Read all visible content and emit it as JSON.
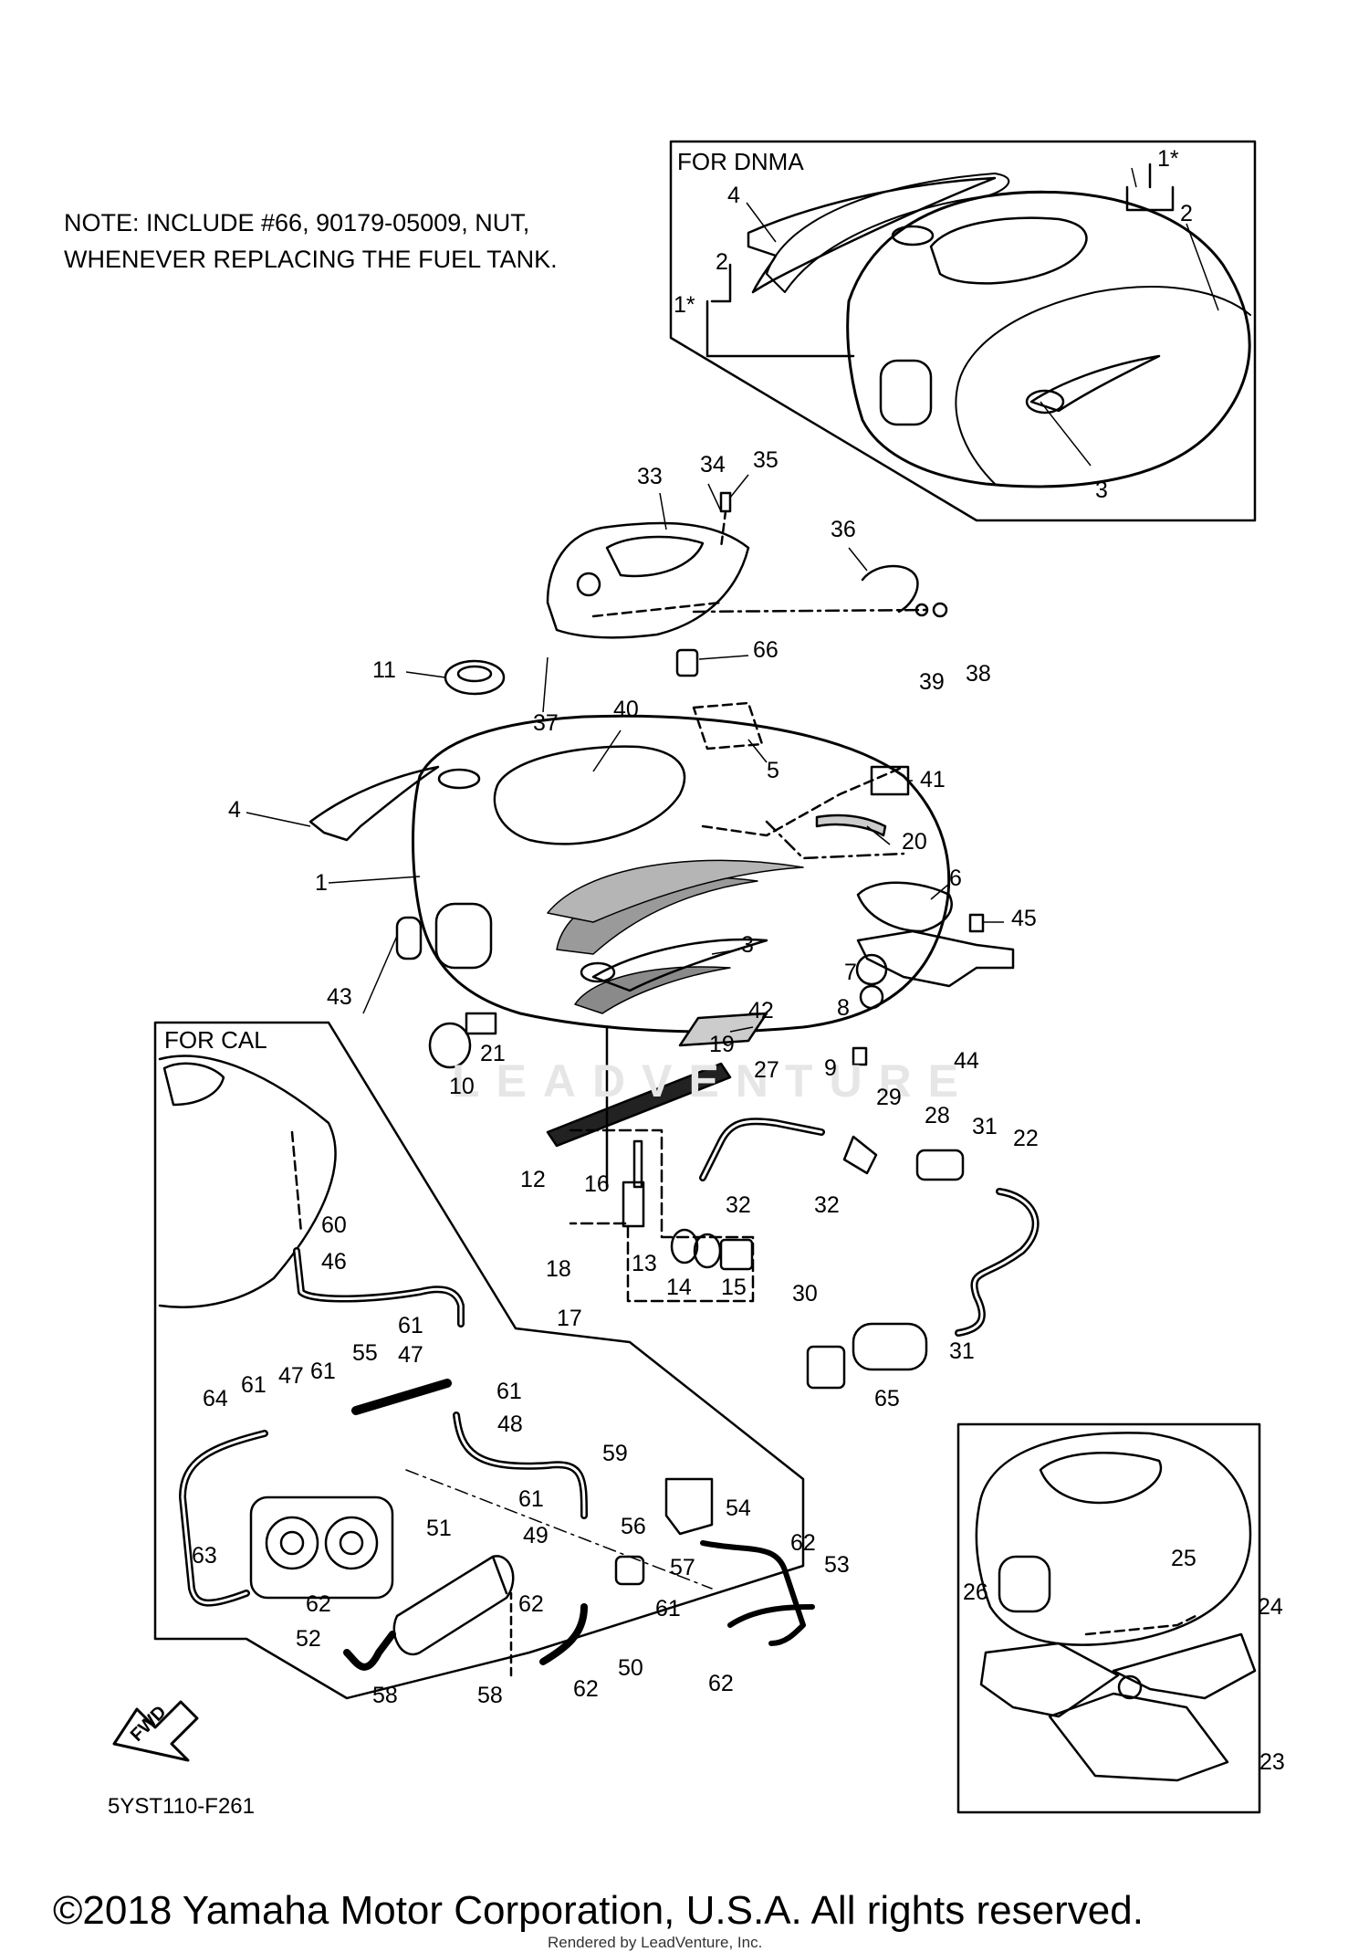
{
  "note": {
    "line1": "NOTE: INCLUDE #66, 90179-05009, NUT,",
    "line2": "WHENEVER REPLACING THE FUEL TANK."
  },
  "inset_dnma": {
    "title": "FOR DNMA"
  },
  "inset_cal": {
    "title": "FOR CAL"
  },
  "fwd_label": "FWD",
  "watermark": "LEADVENTURE",
  "part_code": "5YST110-F261",
  "copyright": "©2018 Yamaha Motor Corporation, U.S.A. All rights reserved.",
  "rendered_by": "Rendered by LeadVenture, Inc.",
  "callouts": [
    "1*",
    "2",
    "4",
    "2",
    "1*",
    "3",
    "33",
    "34",
    "35",
    "36",
    "39",
    "38",
    "11",
    "37",
    "66",
    "40",
    "5",
    "41",
    "4",
    "20",
    "1",
    "6",
    "45",
    "3",
    "43",
    "42",
    "7",
    "8",
    "9",
    "44",
    "21",
    "10",
    "19",
    "27",
    "29",
    "28",
    "31",
    "22",
    "12",
    "16",
    "32",
    "32",
    "18",
    "13",
    "14",
    "15",
    "17",
    "30",
    "31",
    "65",
    "60",
    "46",
    "61",
    "47",
    "55",
    "61",
    "47",
    "61",
    "64",
    "61",
    "48",
    "59",
    "61",
    "54",
    "49",
    "56",
    "51",
    "57",
    "63",
    "62",
    "53",
    "62",
    "61",
    "62",
    "52",
    "58",
    "58",
    "62",
    "50",
    "62",
    "25",
    "26",
    "24",
    "23"
  ]
}
